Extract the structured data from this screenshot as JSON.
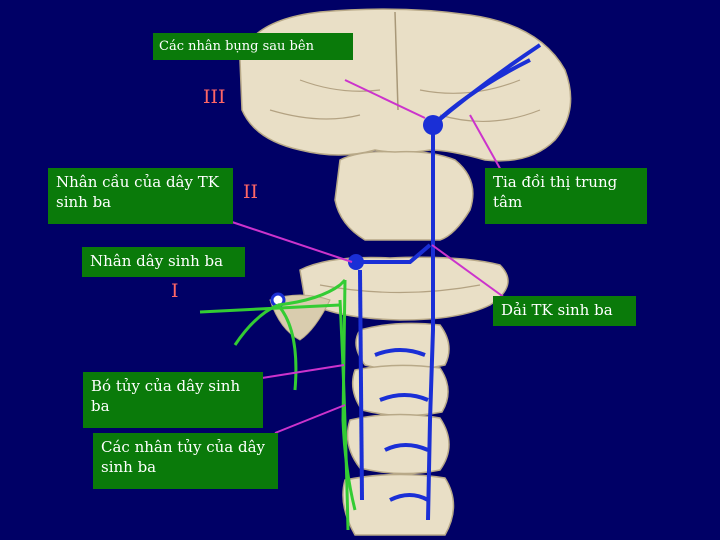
{
  "colors": {
    "background": "#000066",
    "label_box": "#0a7a0a",
    "label_text": "#ffffff",
    "roman_numeral": "#ff6666",
    "pointer_line": "#cc33cc",
    "trigeminal_pathway": "#1a2fd6",
    "spinal_tract": "#33cc33",
    "brain_tissue": "#e9dfc6"
  },
  "labels": {
    "posterolateral_nuclei": "Các nhân bụng sau bên",
    "mesencephalic_nucleus": "Nhân cầu của dây TK sinh ba",
    "motor_nucleus": "Nhân dây sinh ba",
    "spinal_tract": "Bó tủy của dây sinh ba",
    "spinal_nuclei": "Các nhân tủy của dây sinh ba",
    "thalamocortical_radiation": "Tia đồi thị trung tâm",
    "trigeminal_lemniscus": "Dải TK sinh ba"
  },
  "roman_numerals": {
    "three": "III",
    "two": "II",
    "one": "I"
  },
  "icons": [
    "brainstem-illustration",
    "pathway-lines",
    "pointer-lines"
  ]
}
